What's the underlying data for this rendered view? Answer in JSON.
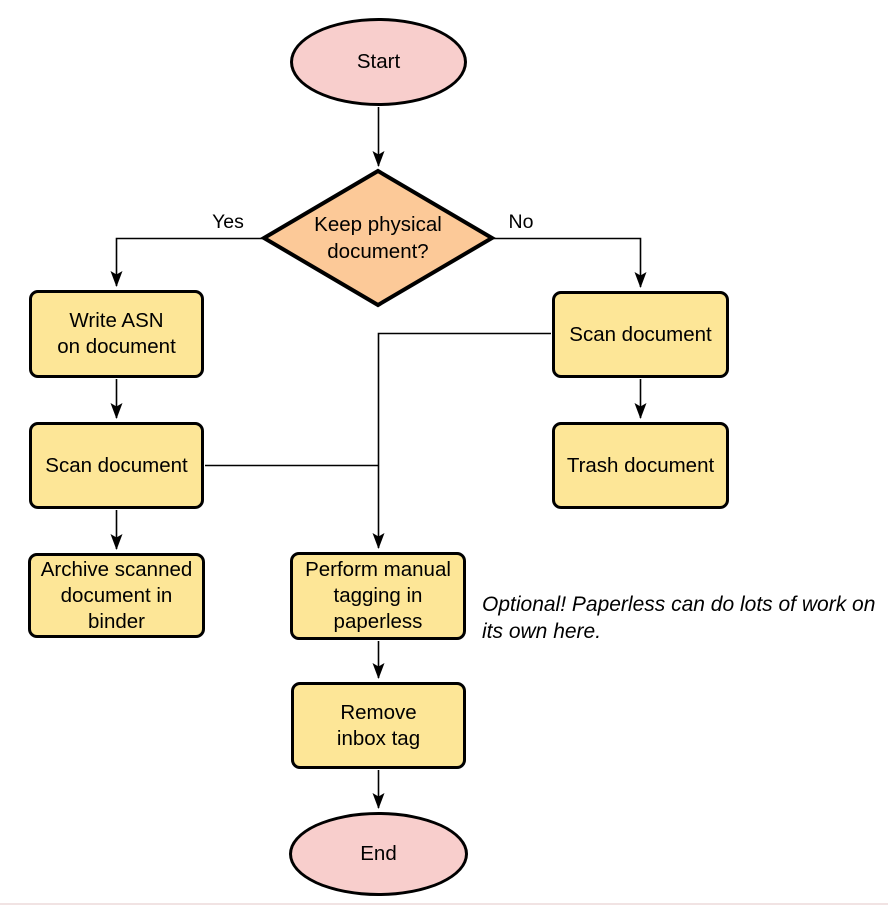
{
  "diagram": {
    "kind": "flowchart",
    "colors": {
      "terminal_fill": "#f8cecc",
      "decision_fill": "#fcc998",
      "process_fill": "#fde697",
      "stroke": "#000000"
    },
    "nodes": {
      "start": {
        "label": "Start",
        "shape": "ellipse"
      },
      "decision": {
        "label": "Keep physical\ndocument?",
        "shape": "diamond"
      },
      "write_asn": {
        "label": "Write ASN\non document",
        "shape": "rect"
      },
      "scan_left": {
        "label": "Scan document",
        "shape": "rect"
      },
      "archive": {
        "label": "Archive scanned\ndocument in\nbinder",
        "shape": "rect"
      },
      "scan_right": {
        "label": "Scan document",
        "shape": "rect"
      },
      "trash": {
        "label": "Trash document",
        "shape": "rect"
      },
      "tagging": {
        "label": "Perform manual\ntagging in\npaperless",
        "shape": "rect"
      },
      "remove_inbox": {
        "label": "Remove\ninbox tag",
        "shape": "rect"
      },
      "end": {
        "label": "End",
        "shape": "ellipse"
      }
    },
    "edge_labels": {
      "yes": "Yes",
      "no": "No"
    },
    "edges": [
      "Start -> Keep physical document?",
      "Keep physical document? -(Yes)-> Write ASN on document",
      "Keep physical document? -(No)-> Scan document (right)",
      "Write ASN on document -> Scan document (left)",
      "Scan document (left) -> Archive scanned document in binder",
      "Scan document (left) -> Perform manual tagging in paperless",
      "Scan document (right) -> Trash document",
      "Scan document (right) -> Perform manual tagging in paperless",
      "Perform manual tagging in paperless -> Remove inbox tag",
      "Remove inbox tag -> End"
    ],
    "note": "Optional! Paperless can do lots of work on\nits own here."
  }
}
